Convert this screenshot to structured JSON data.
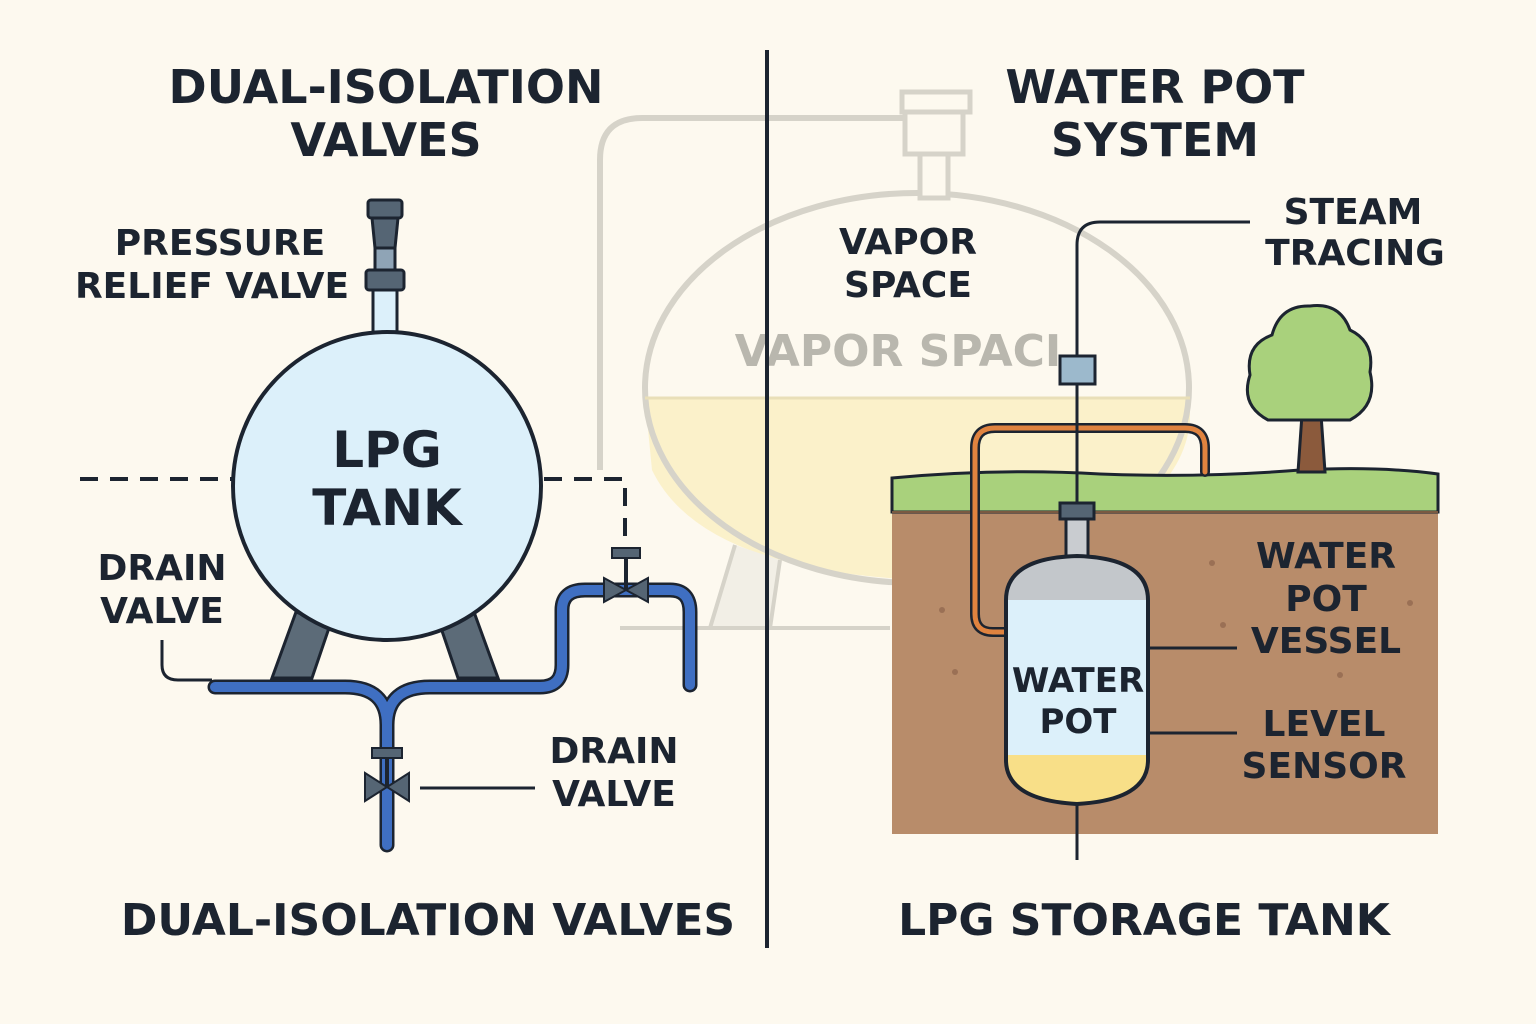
{
  "left_panel": {
    "title_line1": "DUAL-ISOLATION",
    "title_line2": "VALVES",
    "pressure_relief_line1": "PRESSURE",
    "pressure_relief_line2": "RELIEF VALVE",
    "tank_line1": "LPG",
    "tank_line2": "TANK",
    "drain_valve_left_line1": "DRAIN",
    "drain_valve_left_line2": "VALVE",
    "drain_valve_bottom_line1": "DRAIN",
    "drain_valve_bottom_line2": "VALVE",
    "footer": "DUAL-ISOLATION VALVES"
  },
  "background_tank": {
    "vapor_space_line1": "VAPOR",
    "vapor_space_line2": "SPACE",
    "vapor_space_faded": "VAPOR SPACI"
  },
  "right_panel": {
    "title_line1": "WATER POT",
    "title_line2": "SYSTEM",
    "steam_tracing_line1": "STEAM",
    "steam_tracing_line2": "TRACING",
    "pot_line1": "WATER",
    "pot_line2": "POT",
    "vessel_line1": "WATER",
    "vessel_line2": "POT",
    "vessel_line3": "VESSEL",
    "level_sensor_line1": "LEVEL",
    "level_sensor_line2": "SENSOR",
    "footer": "LPG STORAGE TANK"
  },
  "colors": {
    "background": "#fdf9ef",
    "tank_fill": "#dcf0fa",
    "pipe_blue": "#3f6fc2",
    "outline": "#1c2430",
    "soil": "#b88c6a",
    "grass": "#a9d17c",
    "liquid": "#f8df88",
    "steam_tracing": "#e0833f",
    "ghost_line": "#c8c6be"
  }
}
